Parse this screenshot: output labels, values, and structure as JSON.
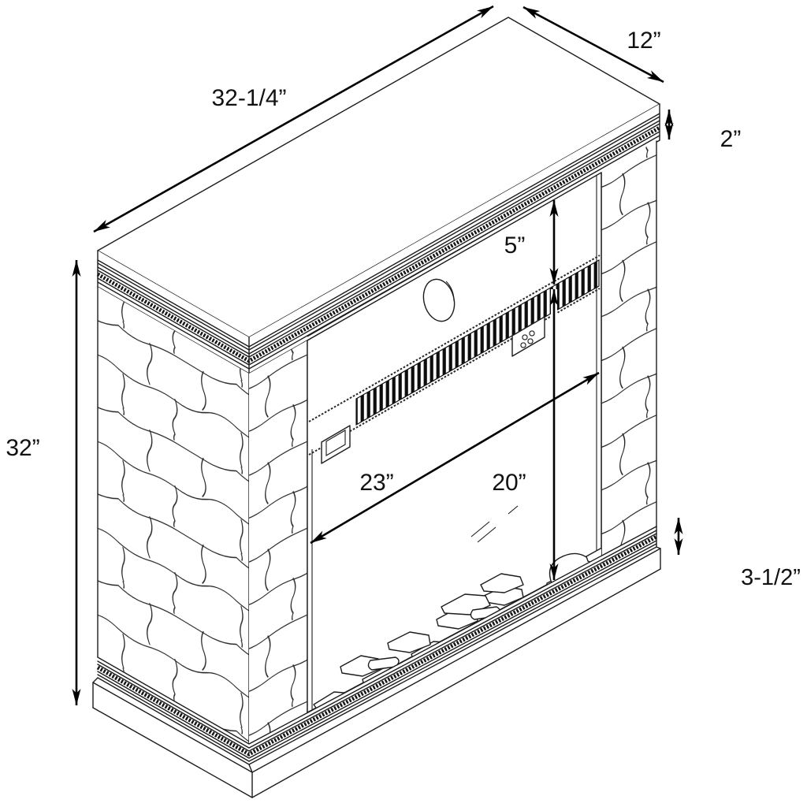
{
  "diagram": {
    "background": "#ffffff",
    "line_color": "#1c1c1c",
    "vent_fill": "#0d0d0d",
    "symbols": {
      "dimension_arrow": "double-headed arrow"
    },
    "dimensions": {
      "top_width": "32-1/4”",
      "depth": "12”",
      "mantel_thickness": "2”",
      "panel_height": "5”",
      "overall_height": "32”",
      "opening_width": "23”",
      "opening_height": "20”",
      "base_height": "3-1/2”"
    }
  }
}
